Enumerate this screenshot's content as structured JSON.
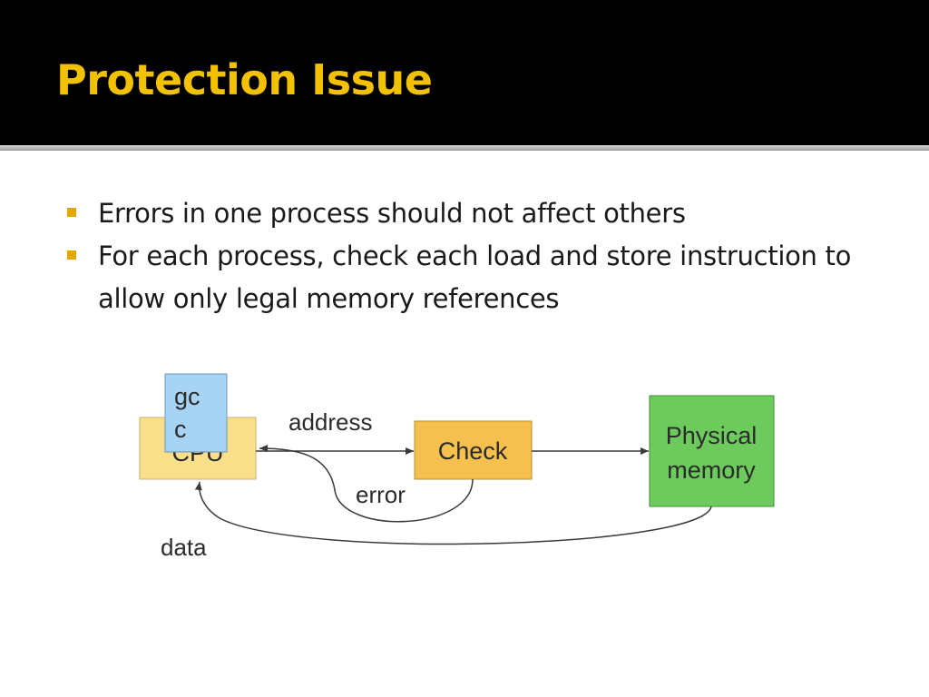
{
  "slide": {
    "title": "Protection Issue",
    "bullets": [
      "Errors in one process should not affect others",
      "For each process, check each load and store instruction to allow only legal memory references"
    ]
  },
  "diagram": {
    "nodes": {
      "cpu_label": "CPU",
      "gcc_label_line1": "gc",
      "gcc_label_line2": "c",
      "check_label": "Check",
      "memory_label_line1": "Physical",
      "memory_label_line2": "memory"
    },
    "edges": {
      "address_label": "address",
      "error_label": "error",
      "data_label": "data"
    },
    "colors": {
      "cpu_fill": "#f9df8a",
      "gcc_fill": "#a7d3f4",
      "check_fill": "#f6c04e",
      "memory_fill": "#6ccb5c",
      "accent": "#f2c200"
    }
  }
}
